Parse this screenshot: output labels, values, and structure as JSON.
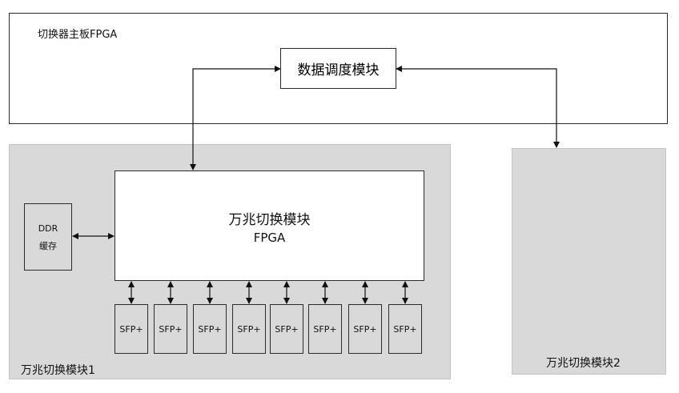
{
  "main_board": {
    "label": "切换器主板FPGA"
  },
  "scheduler": {
    "label": "数据调度模块"
  },
  "module1": {
    "label": "万兆切换模块1",
    "fpga_line1": "万兆切换模块",
    "fpga_line2": "FPGA",
    "ddr_line1": "DDR",
    "ddr_line2": "缓存",
    "sfp_ports": [
      "SFP+",
      "SFP+",
      "SFP+",
      "SFP+",
      "SFP+",
      "SFP+",
      "SFP+",
      "SFP+"
    ]
  },
  "module2": {
    "label": "万兆切换模块2"
  }
}
